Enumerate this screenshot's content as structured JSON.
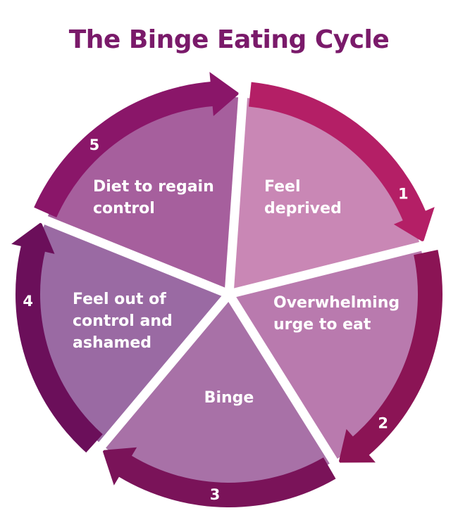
{
  "title": "The Binge Eating Cycle",
  "colors": {
    "title": "#7a1a6a",
    "segments": [
      "#c987b5",
      "#b97aae",
      "#a871a7",
      "#9a6aa3",
      "#a65f9d"
    ],
    "arrows": [
      "#b41f66",
      "#8b1455",
      "#7a1359",
      "#6b0f5a",
      "#8a1669"
    ],
    "background": "#ffffff"
  },
  "stages": [
    {
      "number": "1",
      "lines": [
        "Feel",
        "deprived"
      ]
    },
    {
      "number": "2",
      "lines": [
        "Overwhelming",
        "urge to eat"
      ]
    },
    {
      "number": "3",
      "lines": [
        "Binge"
      ]
    },
    {
      "number": "4",
      "lines": [
        "Feel out of",
        "control and",
        "ashamed"
      ]
    },
    {
      "number": "5",
      "lines": [
        "Diet to regain",
        "control"
      ]
    }
  ]
}
